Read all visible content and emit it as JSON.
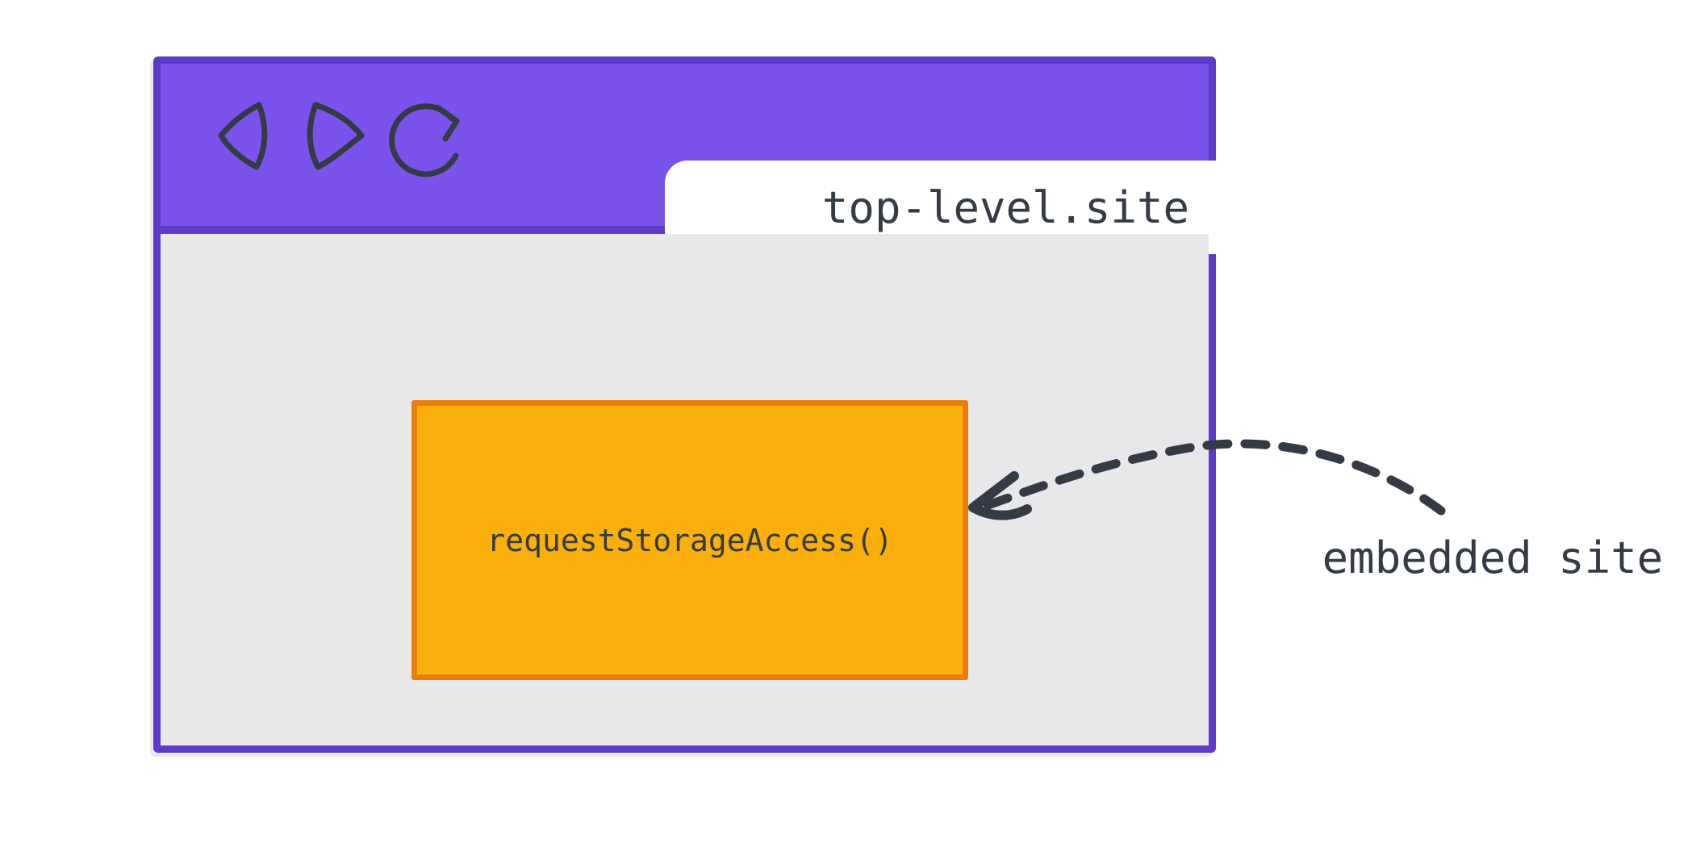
{
  "colors": {
    "purple": "#7C52ED",
    "purple-dark": "#5E3BC6",
    "window-bg": "#E8E7EA",
    "orange": "#FAAF0A",
    "orange-dark": "#E87D09",
    "ink": "#343B45",
    "address-bar-bg": "#FFFFFF",
    "page-bg": "#FFFFFF"
  },
  "browser_window": {
    "toolbar": {
      "icons": [
        "back-icon",
        "forward-icon",
        "refresh-icon"
      ],
      "address_bar": {
        "value": "top-level.site"
      }
    },
    "page": {
      "embedded_frame": {
        "label": "requestStorageAccess()"
      }
    }
  },
  "annotation": {
    "label": "embedded site",
    "arrow": "dashed-curved-arrow-pointing-to-embedded-frame"
  }
}
